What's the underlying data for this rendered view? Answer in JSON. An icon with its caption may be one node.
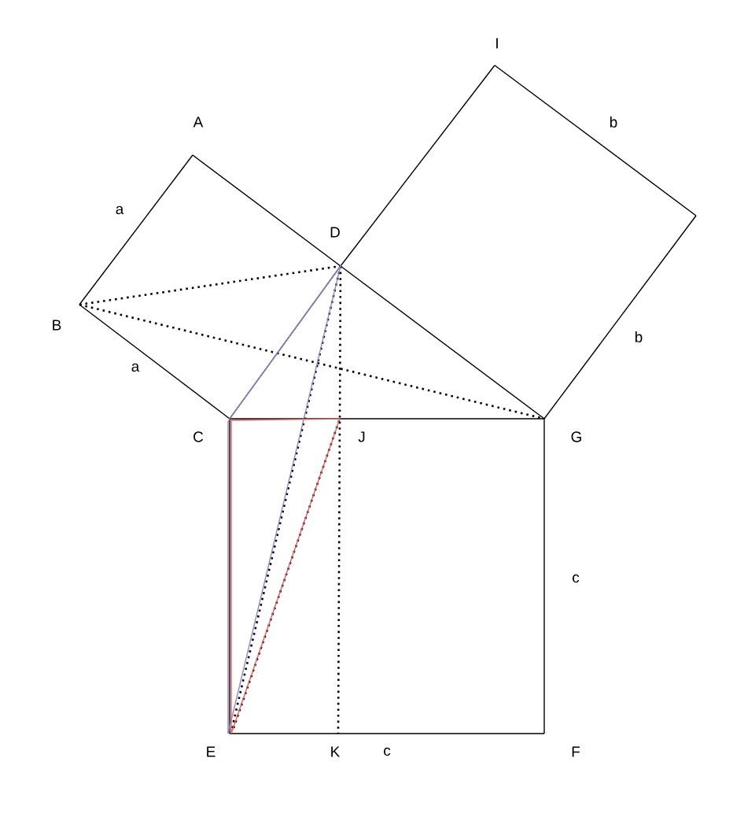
{
  "diagram": {
    "labels": [
      "I",
      "A",
      "b",
      "a",
      "D",
      "B",
      "b",
      "a",
      "C",
      "J",
      "G",
      "c",
      "E",
      "K",
      "c",
      "F"
    ]
  }
}
